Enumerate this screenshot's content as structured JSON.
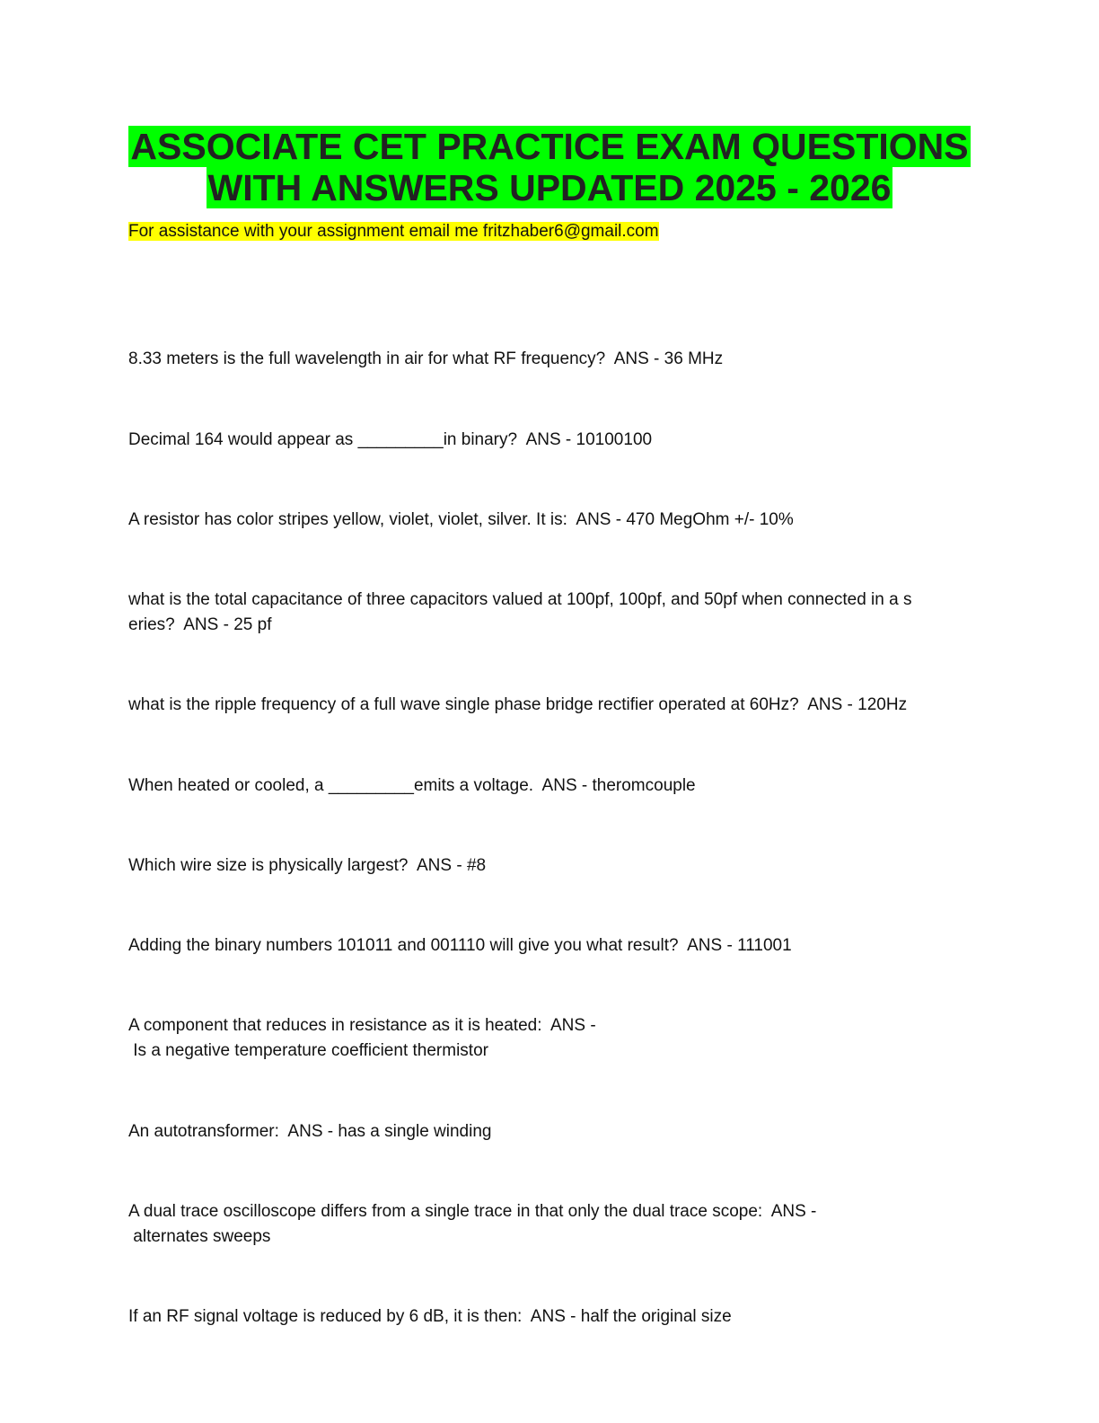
{
  "document": {
    "title_line1": "ASSOCIATE CET PRACTICE EXAM QUESTIONS",
    "title_line2": "WITH ANSWERS UPDATED 2025 - 2026",
    "assistance": "For assistance with your assignment email me fritzhaber6@gmail.com",
    "highlight_colors": {
      "title": "#00ff00",
      "assistance": "#ffff00"
    }
  },
  "questions": [
    {
      "text": "8.33 meters is the full wavelength in air for what RF frequency?  ANS - 36 MHz"
    },
    {
      "text": "Decimal 164 would appear as _________in binary?  ANS - 10100100"
    },
    {
      "text": "A resistor has color stripes yellow, violet, violet, silver. It is:  ANS - 470 MegOhm +/- 10%"
    },
    {
      "text": "what is the total capacitance of three capacitors valued at 100pf, 100pf, and 50pf when connected in a s\neries?  ANS - 25 pf"
    },
    {
      "text": "what is the ripple frequency of a full wave single phase bridge rectifier operated at 60Hz?  ANS - 120Hz"
    },
    {
      "text": "When heated or cooled, a _________emits a voltage.  ANS - theromcouple"
    },
    {
      "text": "Which wire size is physically largest?  ANS - #8"
    },
    {
      "text": "Adding the binary numbers 101011 and 001110 will give you what result?  ANS - 111001"
    },
    {
      "text": "A component that reduces in resistance as it is heated:  ANS -\n Is a negative temperature coefficient thermistor"
    },
    {
      "text": "An autotransformer:  ANS - has a single winding"
    },
    {
      "text": "A dual trace oscilloscope differs from a single trace in that only the dual trace scope:  ANS -\n alternates sweeps"
    },
    {
      "text": "If an RF signal voltage is reduced by 6 dB, it is then:  ANS - half the original size"
    }
  ]
}
